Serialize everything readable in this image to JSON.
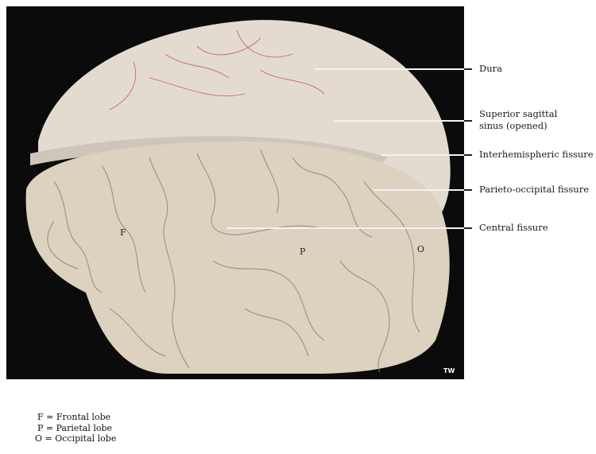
{
  "figure": {
    "watermark": "TW",
    "labels": [
      {
        "id": "dura",
        "text": "Dura"
      },
      {
        "id": "sss",
        "lines": [
          "Superior sagittal",
          "sinus (opened)"
        ]
      },
      {
        "id": "ihf",
        "text": "Interhemispheric fissure"
      },
      {
        "id": "pof",
        "text": "Parieto-occipital fissure"
      },
      {
        "id": "cf",
        "text": "Central fissure"
      }
    ],
    "lobe_markers": {
      "frontal": "F",
      "parietal": "P",
      "occipital": "O"
    },
    "legend": [
      "F = Frontal lobe",
      "P = Parietal lobe",
      "O = Occipital lobe"
    ],
    "colors": {
      "background": "#0b0b0b",
      "dura": "#e6ddd3",
      "brain": "#ddd0bd",
      "vessels": "#c9474a"
    }
  }
}
